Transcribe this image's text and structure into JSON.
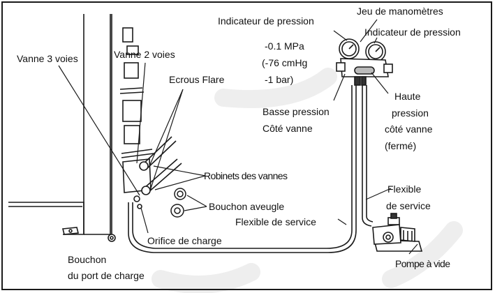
{
  "labels": {
    "manifold_set": "Jeu de manomètres",
    "low_gauge": "Indicateur de pression",
    "high_gauge": "Indicateur de pression",
    "vacuum_reading_1": "-0.1 MPa",
    "vacuum_reading_2": "(-76 cmHg",
    "vacuum_reading_3": "-1 bar)",
    "valve_3way": "Vanne 3 voies",
    "valve_2way": "Vanne 2 voies",
    "flare_nuts": "Ecrous Flare",
    "low_side_1": "Basse pression",
    "low_side_2": "Côté vanne",
    "high_side_1": "Haute",
    "high_side_2": "pression",
    "high_side_3": "côté vanne",
    "high_side_4": "(fermé)",
    "valve_cocks": "Robinets des vannes",
    "blind_cap": "Bouchon aveugle",
    "service_hose_right_1": "Flexible",
    "service_hose_right_2": "de service",
    "service_hose_bottom": "Flexible de service",
    "charge_port": "Orifice de charge",
    "charge_port_cap_1": "Bouchon",
    "charge_port_cap_2": "du port de charge",
    "vacuum_pump": "Pompe à vide"
  },
  "colors": {
    "line": "#1a1a1a",
    "watermark": "#eeeeee"
  }
}
